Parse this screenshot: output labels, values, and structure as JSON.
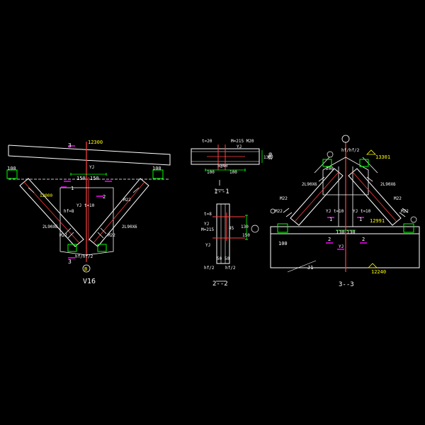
{
  "colors": {
    "background": "#000000",
    "line": "#ffffff",
    "member": "#ff4040",
    "dim": "#00ff00",
    "elev": "#ffff00",
    "mark": "#ff00ff",
    "annot": "#ffffff",
    "cyan": "#00ffff"
  },
  "detail_v16": {
    "section_mark_top": "3",
    "section_mark_bottom": "3",
    "elev_top": "12300",
    "dim_100_left": "100",
    "dim_100_right": "100",
    "dim_150_left": "150",
    "dim_150_right": "150",
    "mark_1": "1",
    "mark_2": "2",
    "member_yj": "YJ",
    "yj_t10": "YJ t=10",
    "elev_side": "12000",
    "hf": "hf=8",
    "angle_left": "2L90X6",
    "angle_right": "2L90X6",
    "bolt_left": "M22",
    "bolt_right": "M22",
    "bolt_mid": "M22",
    "bottom_weld": "hf/hf/2",
    "axis_label": "B",
    "title": "V16"
  },
  "detail_11": {
    "t20": "t=20",
    "stud": "M=215 M20",
    "yj": "YJ",
    "thk": "5@40",
    "dim_100a": "100",
    "dim_100b": "100",
    "dim_130": "130",
    "dim_100c": "100",
    "title": "1--1"
  },
  "detail_22": {
    "t8": "t=8",
    "yj": "YJ",
    "m215": "M=215",
    "d45": "45",
    "d130": "130",
    "d150": "150",
    "d50": "50 50",
    "weld_left": "hf/2",
    "weld_right": "hf/2",
    "mark_yj": "YJ",
    "title": "2--2"
  },
  "detail_33": {
    "weld_top": "hf/hf/2",
    "elev_top": "13301",
    "dim_200": "200",
    "angle_left": "2L90X6",
    "angle_right": "2L90X6",
    "bolt_l1": "M22",
    "bolt_l2": "M22",
    "bolt_r1": "M22",
    "bolt_r2": "M22",
    "yj_t10_left": "YJ t=10",
    "yj_t10_right": "YJ t=10",
    "mark_1_left": "1",
    "mark_1_right": "1",
    "elev_mid": "12991",
    "dim_130a": "130",
    "dim_130b": "130",
    "mark_2_left": "2",
    "mark_2_right": "2",
    "mark_yj": "YJ",
    "dim_100": "100",
    "label_21": "J1",
    "elev_bottom": "12240",
    "title": "3--3"
  }
}
